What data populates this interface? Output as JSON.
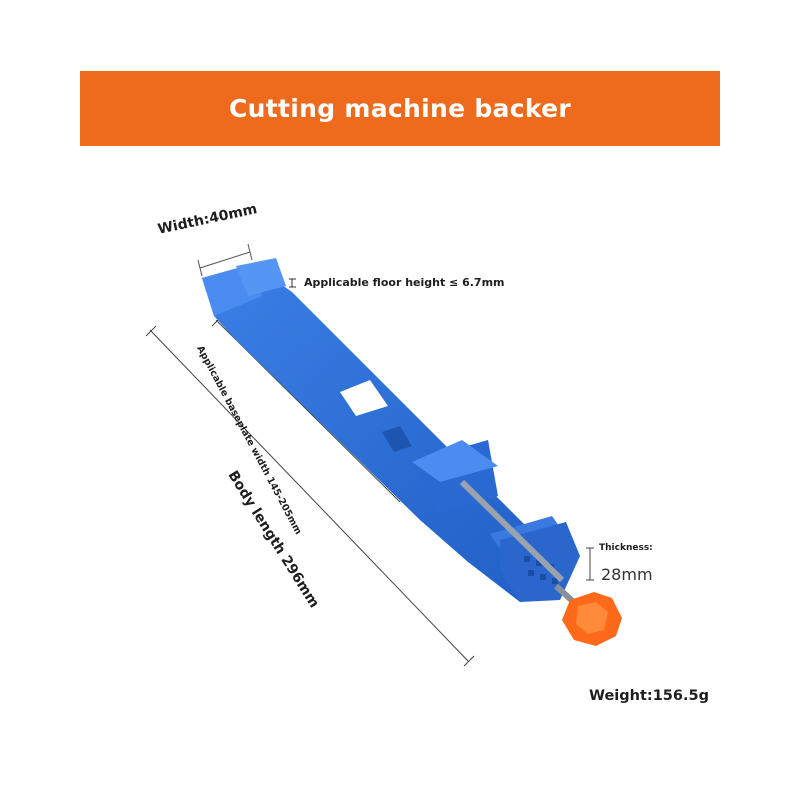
{
  "banner": {
    "title": "Cutting machine backer"
  },
  "colors": {
    "banner": "#ee6a1c",
    "product_body": "#2f6fd6",
    "knob": "#ff6a1a"
  },
  "labels": {
    "width": "Width:40mm",
    "floor_height": "Applicable floor height ≤ 6.7mm",
    "baseplate_width": "Applicable baseplate width 145-205mm",
    "body_length": "Body length 296mm",
    "thickness_title": "Thickness:",
    "thickness_value": "28mm",
    "weight": "Weight:156.5g"
  }
}
